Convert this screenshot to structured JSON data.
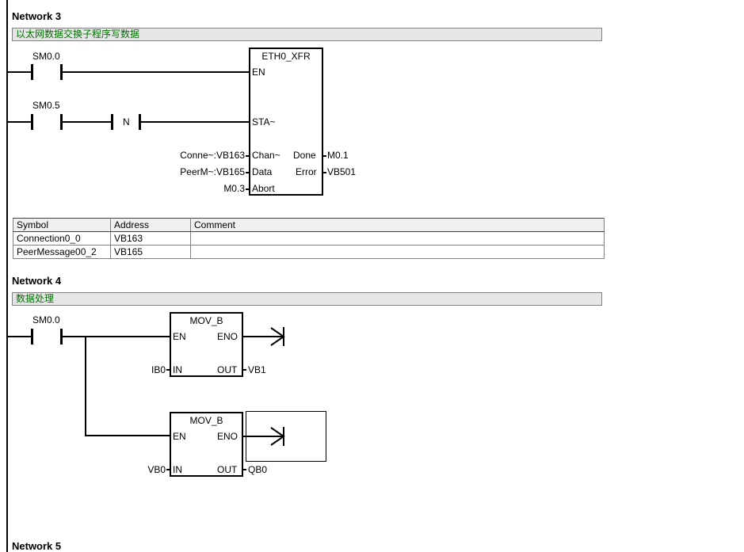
{
  "network3": {
    "title": "Network 3",
    "comment": "以太网数据交换子程序写数据",
    "contact1": "SM0.0",
    "contact2": "SM0.5",
    "n_coil": "N",
    "block": {
      "name": "ETH0_XFR",
      "en": "EN",
      "sta": "STA~",
      "chan": "Chan~",
      "data": "Data",
      "abort": "Abort",
      "done": "Done",
      "error": "Error",
      "chan_in": "Conne~:VB163",
      "data_in": "PeerM~:VB165",
      "abort_in": "M0.3",
      "done_out": "M0.1",
      "error_out": "VB501"
    },
    "symbols": {
      "headers": [
        "Symbol",
        "Address",
        "Comment"
      ],
      "rows": [
        {
          "symbol": "Connection0_0",
          "address": "VB163",
          "comment": ""
        },
        {
          "symbol": "PeerMessage00_2",
          "address": "VB165",
          "comment": ""
        }
      ]
    }
  },
  "network4": {
    "title": "Network 4",
    "comment": "数据处理",
    "contact1": "SM0.0",
    "block1": {
      "name": "MOV_B",
      "en": "EN",
      "eno": "ENO",
      "in": "IN",
      "out": "OUT",
      "in_val": "IB0",
      "out_val": "VB1"
    },
    "block2": {
      "name": "MOV_B",
      "en": "EN",
      "eno": "ENO",
      "in": "IN",
      "out": "OUT",
      "in_val": "VB0",
      "out_val": "QB0"
    }
  },
  "network5": {
    "title": "Network 5"
  }
}
